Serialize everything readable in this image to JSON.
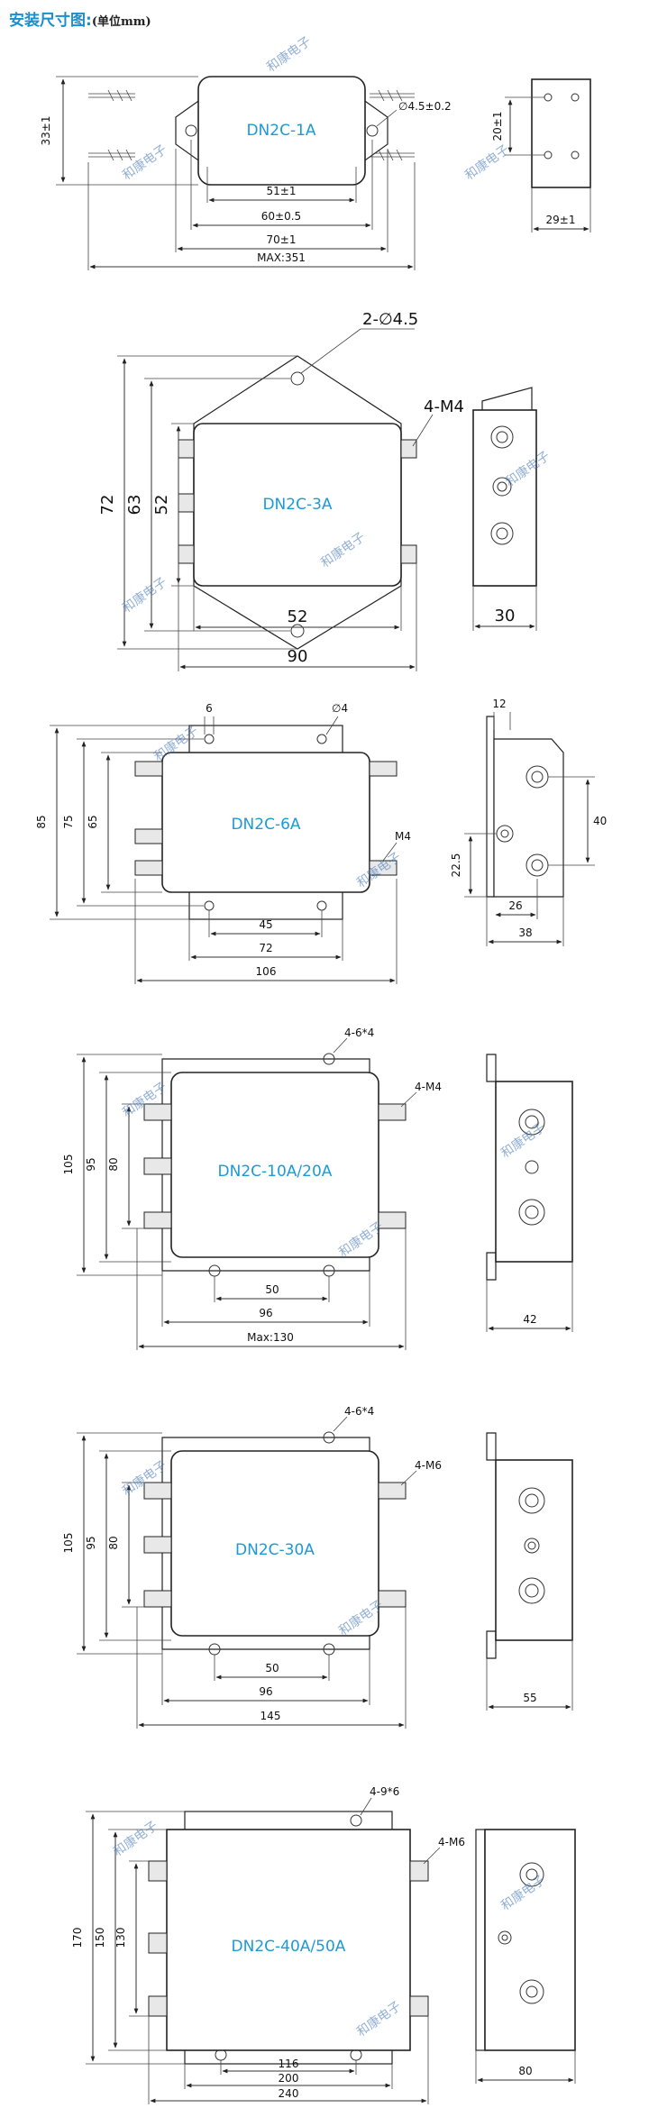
{
  "page": {
    "title": "安装尺寸图:",
    "unit": "(单位mm)",
    "watermark": "和康电子",
    "colors": {
      "title": "#1a8fd0",
      "model_label": "#1c9ad8",
      "line": "#222222"
    }
  },
  "models": [
    {
      "label": "DN2C-1A",
      "dims": {
        "height": "33±1",
        "hole": "∅4.5±0.2",
        "d1": "51±1",
        "d2": "60±0.5",
        "d3": "70±1",
        "max": "MAX:351",
        "side_h": "20±1",
        "side_w": "29±1"
      }
    },
    {
      "label": "DN2C-3A",
      "dims": {
        "holes": "2-∅4.5",
        "thread": "4-M4",
        "h1": "72",
        "h2": "63",
        "h3": "52",
        "w1": "52",
        "w2": "90",
        "side_w": "30"
      }
    },
    {
      "label": "DN2C-6A",
      "dims": {
        "top_left": "6",
        "hole": "∅4",
        "h1": "85",
        "h2": "75",
        "h3": "65",
        "thread": "M4",
        "w1": "45",
        "w2": "72",
        "w3": "106",
        "s_top": "12",
        "s_h": "40",
        "s_low": "22.5",
        "s_w1": "26",
        "s_w2": "38"
      }
    },
    {
      "label": "DN2C-10A/20A",
      "dims": {
        "holes": "4-6*4",
        "thread": "4-M4",
        "h1": "105",
        "h2": "95",
        "h3": "80",
        "w1": "50",
        "w2": "96",
        "w3": "Max:130",
        "side_w": "42"
      }
    },
    {
      "label": "DN2C-30A",
      "dims": {
        "holes": "4-6*4",
        "thread": "4-M6",
        "h1": "105",
        "h2": "95",
        "h3": "80",
        "w1": "50",
        "w2": "96",
        "w3": "145",
        "side_w": "55"
      }
    },
    {
      "label": "DN2C-40A/50A",
      "dims": {
        "holes": "4-9*6",
        "thread": "4-M6",
        "h1": "170",
        "h2": "150",
        "h3": "130",
        "w1": "116",
        "w2": "200",
        "w3": "240",
        "side_w": "80"
      }
    }
  ]
}
